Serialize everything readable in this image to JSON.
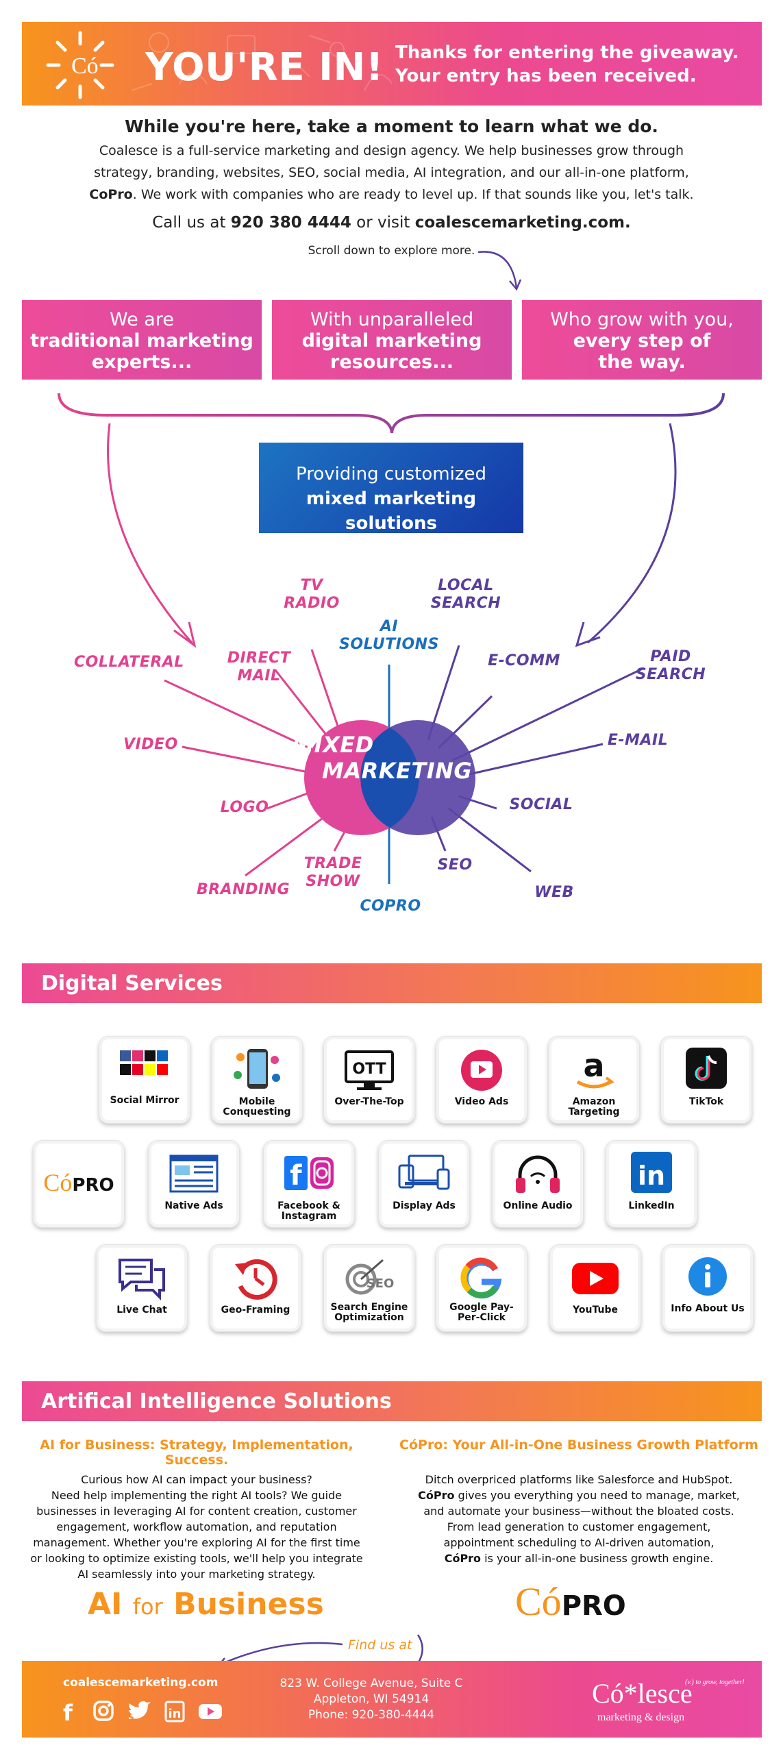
{
  "header": {
    "title": "YOU'RE IN!",
    "message_line1": "Thanks for entering the giveaway.",
    "message_line2": "Your entry has been received.",
    "logo_mark": "Có"
  },
  "intro": {
    "heading": "While you're here, take a moment to learn what we do.",
    "body_part1": "Coalesce is a full-service marketing and design agency. We help businesses grow through strategy, branding, websites, SEO, social media, AI integration, and our all-in-one platform, ",
    "body_bold": "CoPro",
    "body_part2": ". We work with companies who are ready to level up. If that sounds like you, let's talk.",
    "call_prefix": "Call us at ",
    "phone": "920 380 4444",
    "call_mid": " or visit ",
    "website": "coalescemarketing.com.",
    "scroll_note": "Scroll down to explore more."
  },
  "pillars": [
    {
      "line1": "We are",
      "line2": "traditional marketing",
      "line3": "experts..."
    },
    {
      "line1": "With unparalleled",
      "line2": "digital marketing",
      "line3": "resources..."
    },
    {
      "line1": "Who grow with you,",
      "line2": "every step of",
      "line3": "the way."
    }
  ],
  "solution": {
    "line1": "Providing customized",
    "line2": "mixed marketing solutions"
  },
  "diagram": {
    "center_line1": "MIXED",
    "center_line2": "MARKETING",
    "labels": {
      "tv_radio_1": "TV",
      "tv_radio_2": "RADIO",
      "ai_1": "AI",
      "ai_2": "SOLUTIONS",
      "local_1": "LOCAL",
      "local_2": "SEARCH",
      "direct_1": "DIRECT",
      "direct_2": "MAIL",
      "collateral": "COLLATERAL",
      "ecomm": "E-COMM",
      "paid_1": "PAID",
      "paid_2": "SEARCH",
      "video": "VIDEO",
      "email": "E-MAIL",
      "logo": "LOGO",
      "social": "SOCIAL",
      "trade_1": "TRADE",
      "trade_2": "SHOW",
      "seo": "SEO",
      "branding": "BRANDING",
      "copro": "COPRO",
      "web": "WEB"
    },
    "colors": {
      "pink": "#e2418f",
      "purple": "#5a3e9e",
      "blue": "#1a6fbf"
    }
  },
  "digital_services": {
    "title": "Digital Services",
    "row1": [
      {
        "label": "Social Mirror",
        "icon": "social-grid-icon"
      },
      {
        "label": "Mobile Conquesting",
        "icon": "phone-apps-icon"
      },
      {
        "label": "Over-The-Top",
        "icon": "ott-tv-icon"
      },
      {
        "label": "Video Ads",
        "icon": "play-circle-icon"
      },
      {
        "label": "Amazon Targeting",
        "icon": "amazon-icon"
      },
      {
        "label": "TikTok",
        "icon": "tiktok-icon"
      }
    ],
    "row2": [
      {
        "label": "",
        "icon": "copro-logo",
        "text_logo_a": "Có",
        "text_logo_b": "PRO"
      },
      {
        "label": "Native Ads",
        "icon": "webpage-icon"
      },
      {
        "label": "Facebook & Instagram",
        "icon": "facebook-instagram-icon"
      },
      {
        "label": "Display Ads",
        "icon": "devices-icon"
      },
      {
        "label": "Online Audio",
        "icon": "headphones-icon"
      },
      {
        "label": "LinkedIn",
        "icon": "linkedin-icon"
      }
    ],
    "row3": [
      {
        "label": "Live Chat",
        "icon": "chat-bubbles-icon"
      },
      {
        "label": "Geo-Framing",
        "icon": "clock-arrow-icon"
      },
      {
        "label": "Search Engine Optimization",
        "icon": "seo-target-icon",
        "icon_text": "SEO"
      },
      {
        "label": "Google Pay-Per-Click",
        "icon": "google-icon"
      },
      {
        "label": "YouTube",
        "icon": "youtube-icon"
      },
      {
        "label": "Info About Us",
        "icon": "info-icon"
      }
    ]
  },
  "ai_solutions": {
    "title": "Artifical Intelligence Solutions",
    "left": {
      "title": "AI for Business: Strategy, Implementation, Success.",
      "lines": [
        "Curious how AI can impact your business?",
        "Need help implementing the right AI tools? We guide",
        "businesses in leveraging AI for content creation, customer",
        "engagement, workflow automation, and reputation",
        "management. Whether you're exploring AI for the first time",
        "or looking to optimize existing tools, we'll help you integrate",
        "AI seamlessly into your marketing strategy."
      ],
      "logo_a": "AI",
      "logo_b": "for",
      "logo_c": "Business"
    },
    "right": {
      "title": "CóPro: Your All-in-One Business Growth Platform",
      "line1": "Ditch overpriced platforms like Salesforce and HubSpot.",
      "line2_bold": "CóPro",
      "line2_rest": " gives you everything you need to manage, market,",
      "line3": "and automate your business—without the bloated costs.",
      "line4": "From lead generation to customer engagement,",
      "line5": "appointment scheduling to AI-driven automation,",
      "line6_bold": "CóPro",
      "line6_rest": " is your all-in-one business growth engine.",
      "logo_a": "Có",
      "logo_b": "PRO"
    }
  },
  "find_us": "Find us at",
  "footer": {
    "url": "coalescemarketing.com",
    "address_line1": "823 W. College Avenue, Suite C",
    "address_line2": "Appleton, WI 54914",
    "address_line3": "Phone: 920-380-4444",
    "brand": "Có*lesce",
    "brand_tagline": "marketing & design",
    "slogan": "(v.) to grow, together!",
    "social": [
      "facebook-icon",
      "instagram-icon",
      "twitter-icon",
      "linkedin-icon",
      "youtube-icon"
    ]
  }
}
